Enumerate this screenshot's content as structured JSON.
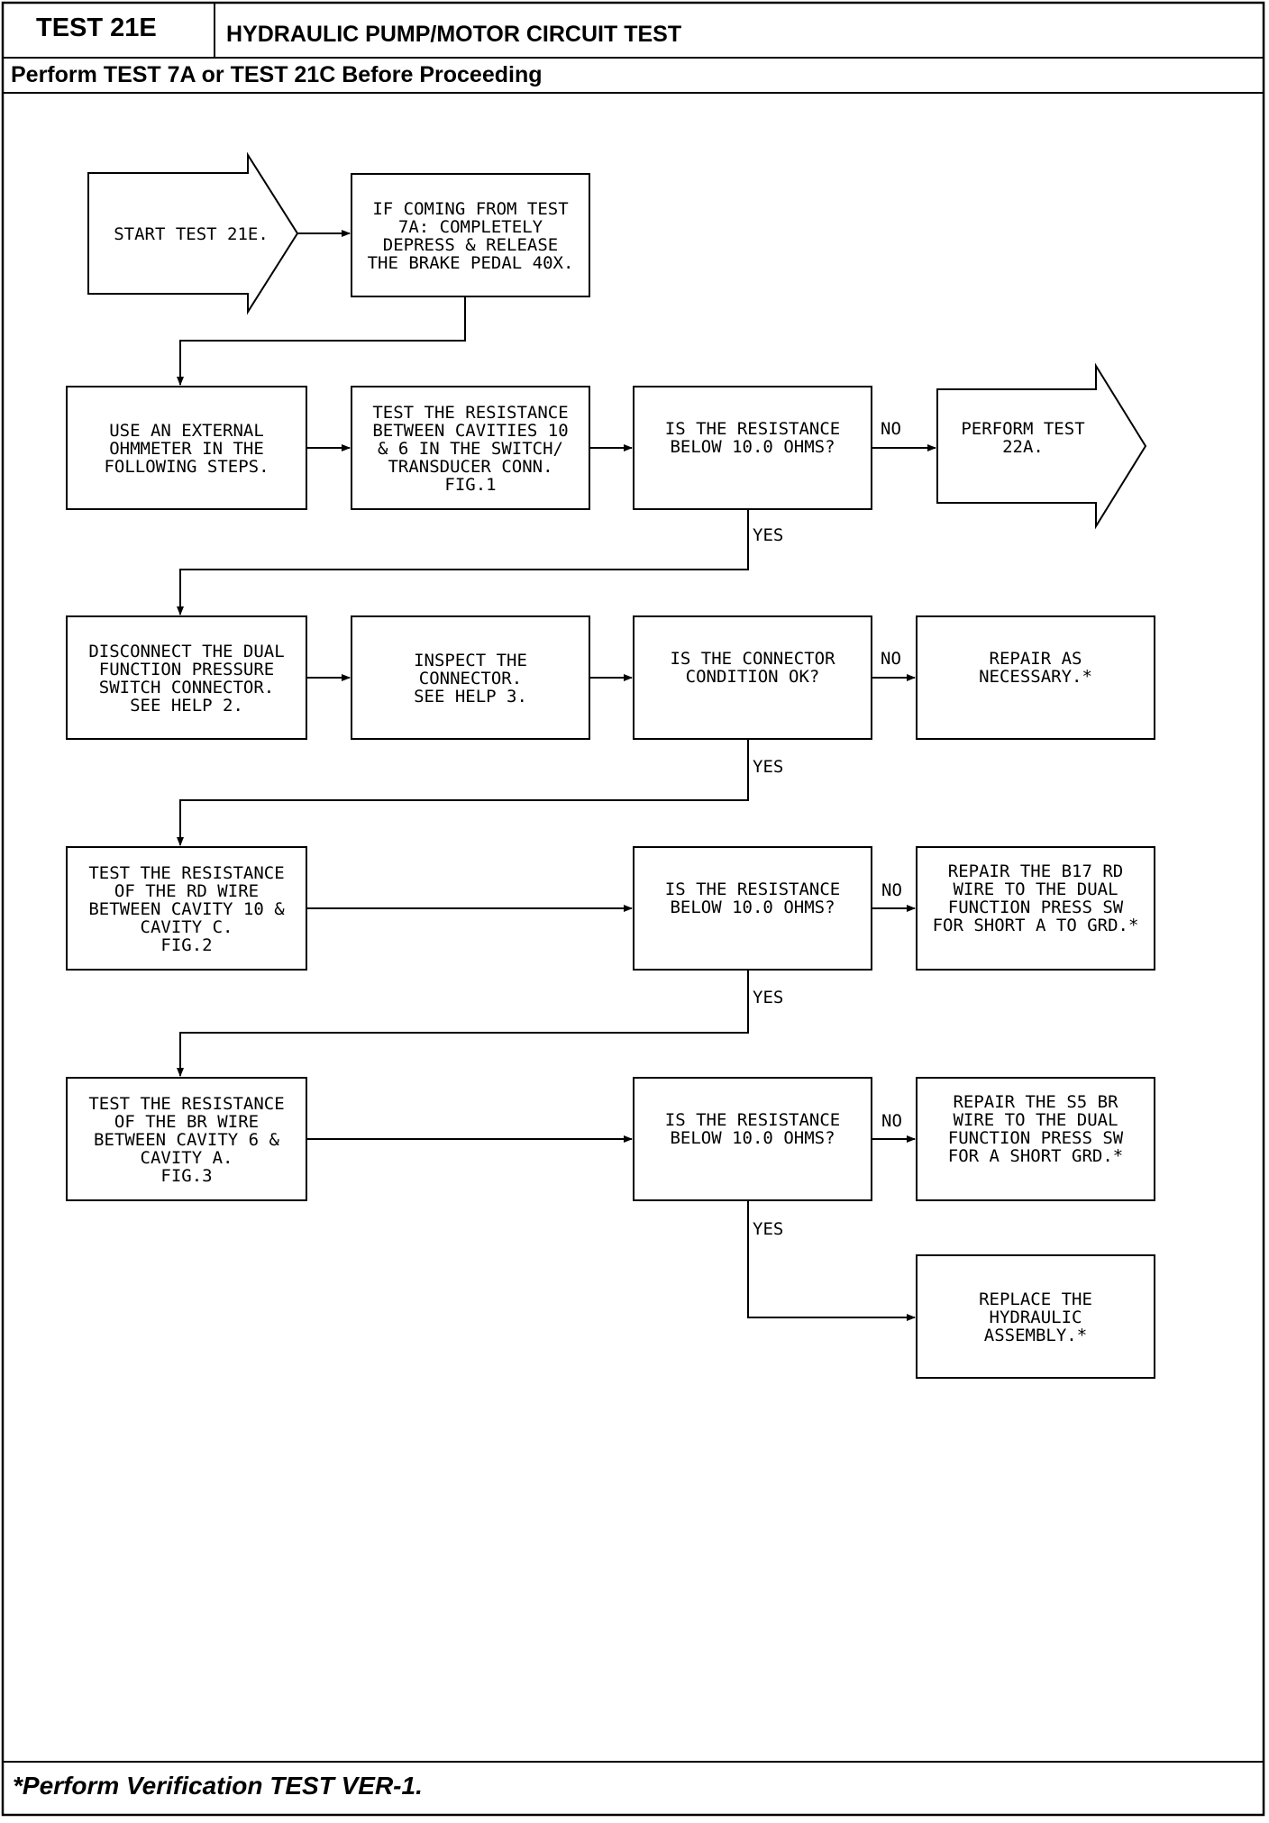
{
  "header": {
    "test_id": "TEST 21E",
    "title": "HYDRAULIC PUMP/MOTOR CIRCUIT TEST",
    "prerequisite": "Perform TEST 7A or TEST 21C Before Proceeding"
  },
  "footer": {
    "note": "*Perform Verification TEST VER-1."
  },
  "flowchart": {
    "start": [
      "START TEST 21E."
    ],
    "brake_pedal": [
      "IF COMING FROM TEST",
      "7A: COMPLETELY",
      "DEPRESS & RELEASE",
      "THE BRAKE PEDAL 40X."
    ],
    "use_ohmmeter": [
      "USE AN EXTERNAL",
      "OHMMETER IN THE",
      "FOLLOWING STEPS."
    ],
    "test_cavities": [
      "TEST THE RESISTANCE",
      "BETWEEN CAVITIES 10",
      "& 6 IN THE SWITCH/",
      "TRANSDUCER CONN.",
      "FIG.1"
    ],
    "q_resistance_1": [
      "IS THE RESISTANCE",
      "BELOW 10.0 OHMS?"
    ],
    "perform_22a": [
      "PERFORM TEST",
      "22A."
    ],
    "disconnect": [
      "DISCONNECT THE DUAL",
      "FUNCTION PRESSURE",
      "SWITCH CONNECTOR.",
      "SEE HELP 2."
    ],
    "inspect": [
      "INSPECT THE",
      "CONNECTOR.",
      "SEE HELP 3."
    ],
    "q_connector": [
      "IS THE CONNECTOR",
      "CONDITION OK?"
    ],
    "repair_necessary": [
      "REPAIR AS",
      "NECESSARY.*"
    ],
    "test_rd_wire": [
      "TEST THE RESISTANCE",
      "OF THE RD WIRE",
      "BETWEEN CAVITY 10 &",
      "CAVITY C.",
      "FIG.2"
    ],
    "q_resistance_2": [
      "IS THE RESISTANCE",
      "BELOW 10.0 OHMS?"
    ],
    "repair_b17": [
      "REPAIR THE B17 RD",
      "WIRE TO THE DUAL",
      "FUNCTION PRESS SW",
      "FOR SHORT A TO GRD.*"
    ],
    "test_br_wire": [
      "TEST THE RESISTANCE",
      "OF THE BR WIRE",
      "BETWEEN CAVITY 6 &",
      "CAVITY A.",
      "FIG.3"
    ],
    "q_resistance_3": [
      "IS THE RESISTANCE",
      "BELOW 10.0 OHMS?"
    ],
    "repair_s5": [
      "REPAIR THE S5 BR",
      "WIRE TO THE DUAL",
      "FUNCTION PRESS SW",
      "FOR A SHORT GRD.*"
    ],
    "replace_hydraulic": [
      "REPLACE THE",
      "HYDRAULIC",
      "ASSEMBLY.*"
    ]
  },
  "edge_labels": {
    "no": "NO",
    "yes": "YES"
  }
}
